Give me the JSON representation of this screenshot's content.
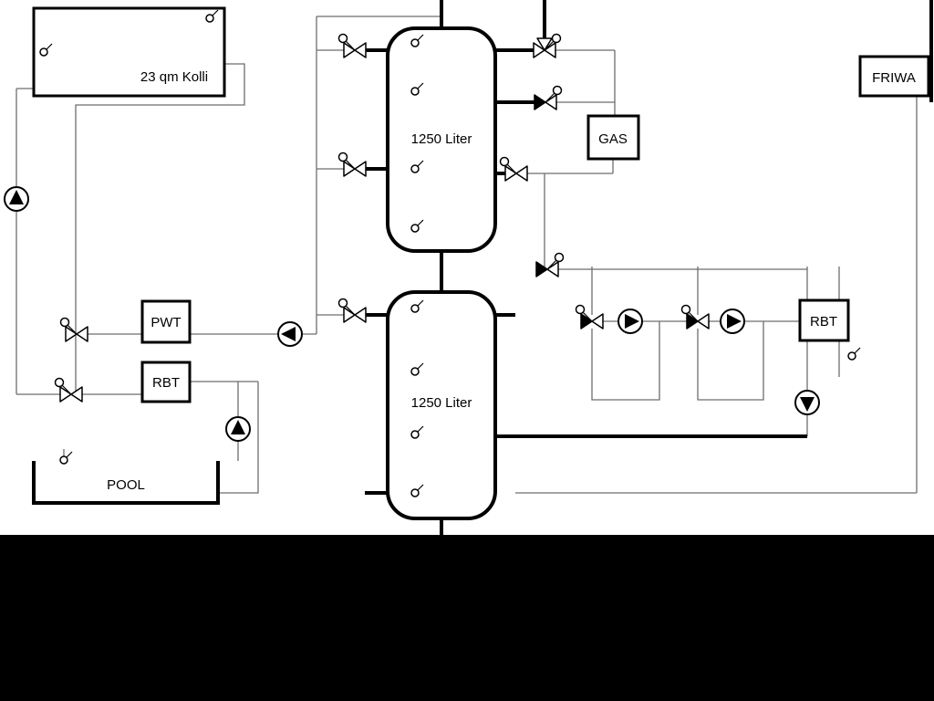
{
  "labels": {
    "collector": "23 qm Kolli",
    "tank_top": "1250 Liter",
    "tank_bottom": "1250 Liter",
    "pwt": "PWT",
    "rbt_left": "RBT",
    "rbt_right": "RBT",
    "pool": "POOL",
    "gas": "GAS",
    "friwa": "FRIWA"
  },
  "colors": {
    "background": "#ffffff",
    "thin_pipe": "#6e6e6e",
    "thick_pipe": "#000000",
    "letterbox": "#000000"
  },
  "icons": {
    "pump": "circle-with-triangle",
    "valve": "bowtie",
    "three_way_valve": "bowtie-with-branch",
    "sensor": "small-circle"
  }
}
